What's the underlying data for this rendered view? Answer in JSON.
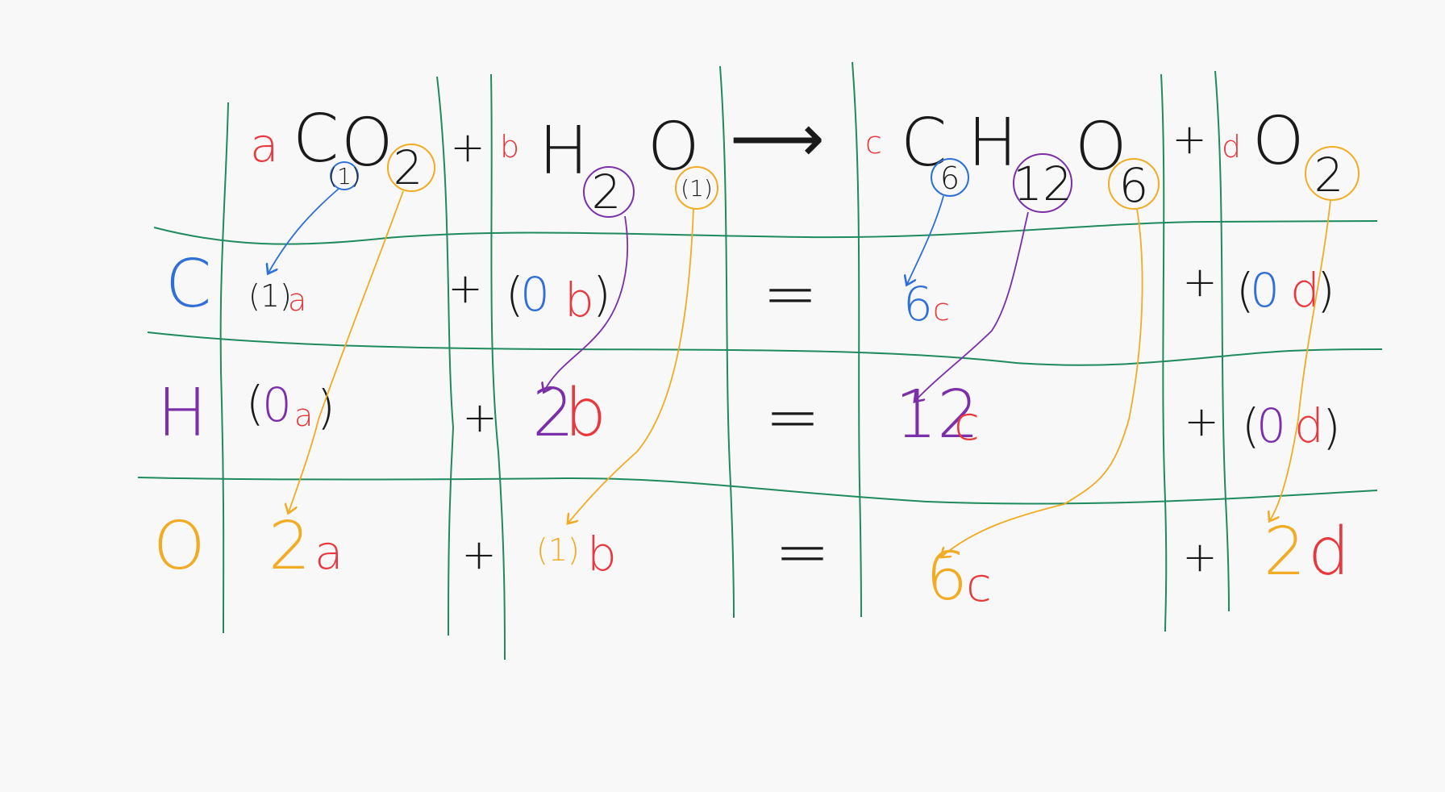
{
  "colors": {
    "black": "#1a1a1a",
    "red": "#e8383d",
    "blue": "#2f6fd6",
    "purple": "#7b2fa8",
    "orange": "#f2ab24",
    "green": "#1f8a5e"
  },
  "equation": {
    "coef_a": "a",
    "co2_C": "C",
    "co2_O": "O",
    "co2_sub_C": "(1)",
    "co2_sub_O": "2",
    "plus1": "+",
    "coef_b": "b",
    "h2o_H": "H",
    "h2o_O": "O",
    "h2o_sub_H": "2",
    "h2o_sub_O": "(1)",
    "arrow": "⟶",
    "coef_c": "c",
    "glu_C": "C",
    "glu_H": "H",
    "glu_O": "O",
    "glu_sub_C": "6",
    "glu_sub_H": "12",
    "glu_sub_O": "6",
    "plus2": "+",
    "coef_d": "d",
    "o2_O": "O",
    "o2_sub_O": "2"
  },
  "row_labels": {
    "carbon": "C",
    "hydrogen": "H",
    "oxygen": "O"
  },
  "row_c": {
    "a_num": "(1)",
    "a_var": "a",
    "plus1": "+",
    "b_open": "(",
    "b_num": "0",
    "b_var": "b",
    "b_close": ")",
    "equals": "=",
    "c_num": "6",
    "c_var": "c",
    "plus2": "+",
    "d_open": "(",
    "d_num": "0",
    "d_var": "d",
    "d_close": ")"
  },
  "row_h": {
    "a_open": "(",
    "a_num": "0",
    "a_var": "a",
    "a_close": ")",
    "plus1": "+",
    "b_num": "2",
    "b_var": "b",
    "equals": "=",
    "c_num": "12",
    "c_var": "c",
    "plus2": "+",
    "d_open": "(",
    "d_num": "0",
    "d_var": "d",
    "d_close": ")"
  },
  "row_o": {
    "a_num": "2",
    "a_var": "a",
    "plus1": "+",
    "b_num": "(1)",
    "b_var": "b",
    "equals": "=",
    "c_num": "6",
    "c_var": "c",
    "plus2": "+",
    "d_num": "2",
    "d_var": "d"
  }
}
